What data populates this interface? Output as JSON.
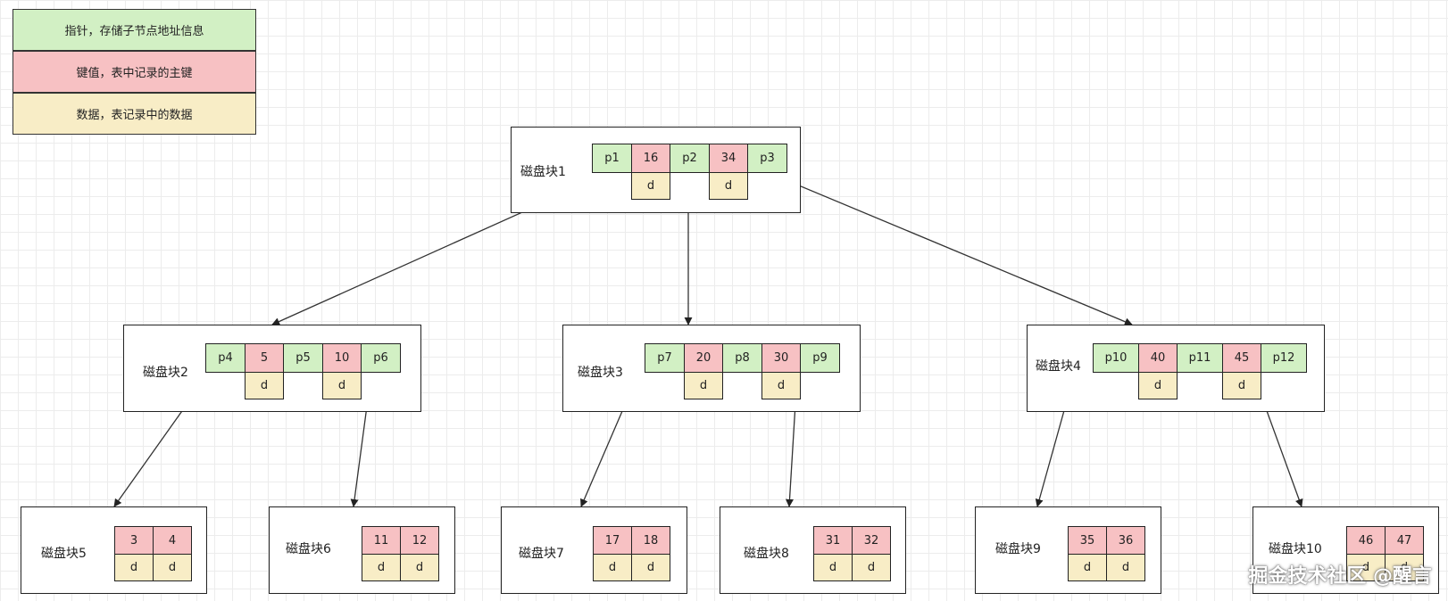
{
  "legend": {
    "pointer": "指针，存储子节点地址信息",
    "key": "键值，表中记录的主键",
    "data": "数据，表记录中的数据"
  },
  "colors": {
    "pointer": "#d2f0c4",
    "key": "#f7c1c3",
    "data": "#f8edc6"
  },
  "blocks": {
    "b1": {
      "label": "磁盘块1",
      "p": [
        "p1",
        "p2",
        "p3"
      ],
      "k": [
        "16",
        "34"
      ],
      "d": [
        "d",
        "d"
      ]
    },
    "b2": {
      "label": "磁盘块2",
      "p": [
        "p4",
        "p5",
        "p6"
      ],
      "k": [
        "5",
        "10"
      ],
      "d": [
        "d",
        "d"
      ]
    },
    "b3": {
      "label": "磁盘块3",
      "p": [
        "p7",
        "p8",
        "p9"
      ],
      "k": [
        "20",
        "30"
      ],
      "d": [
        "d",
        "d"
      ]
    },
    "b4": {
      "label": "磁盘块4",
      "p": [
        "p10",
        "p11",
        "p12"
      ],
      "k": [
        "40",
        "45"
      ],
      "d": [
        "d",
        "d"
      ]
    },
    "b5": {
      "label": "磁盘块5",
      "k": [
        "3",
        "4"
      ],
      "d": [
        "d",
        "d"
      ]
    },
    "b6": {
      "label": "磁盘块6",
      "k": [
        "11",
        "12"
      ],
      "d": [
        "d",
        "d"
      ]
    },
    "b7": {
      "label": "磁盘块7",
      "k": [
        "17",
        "18"
      ],
      "d": [
        "d",
        "d"
      ]
    },
    "b8": {
      "label": "磁盘块8",
      "k": [
        "31",
        "32"
      ],
      "d": [
        "d",
        "d"
      ]
    },
    "b9": {
      "label": "磁盘块9",
      "k": [
        "35",
        "36"
      ],
      "d": [
        "d",
        "d"
      ]
    },
    "b10": {
      "label": "磁盘块10",
      "k": [
        "46",
        "47"
      ],
      "d": [
        "d",
        "d"
      ]
    }
  },
  "watermark": "掘金技术社区 @醒言"
}
